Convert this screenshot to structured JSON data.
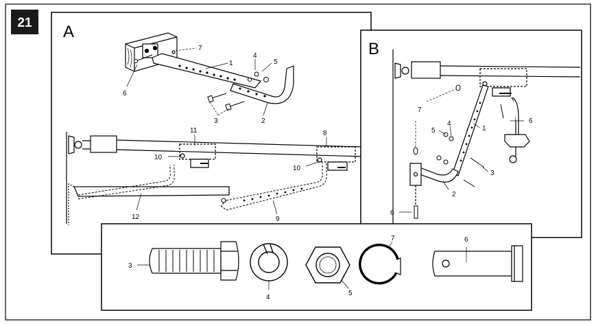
{
  "step_number": "21",
  "panel_a": {
    "letter": "A",
    "callouts": {
      "c1": "1",
      "c2": "2",
      "c3": "3",
      "c4": "4",
      "c5": "5",
      "c6": "6",
      "c7": "7",
      "c8": "8",
      "c9": "9",
      "c10a": "10",
      "c10b": "10",
      "c11": "11",
      "c12": "12"
    }
  },
  "panel_b": {
    "letter": "B",
    "callouts": {
      "c1": "1",
      "c2": "2",
      "c3": "3",
      "c4": "4",
      "c5": "5",
      "c6a": "6",
      "c6b": "6",
      "c7": "7"
    }
  },
  "hardware": {
    "bolt": "3",
    "lock_washer": "4",
    "nut": "5",
    "ring_fastener": "7",
    "clevis_pin": "6"
  }
}
